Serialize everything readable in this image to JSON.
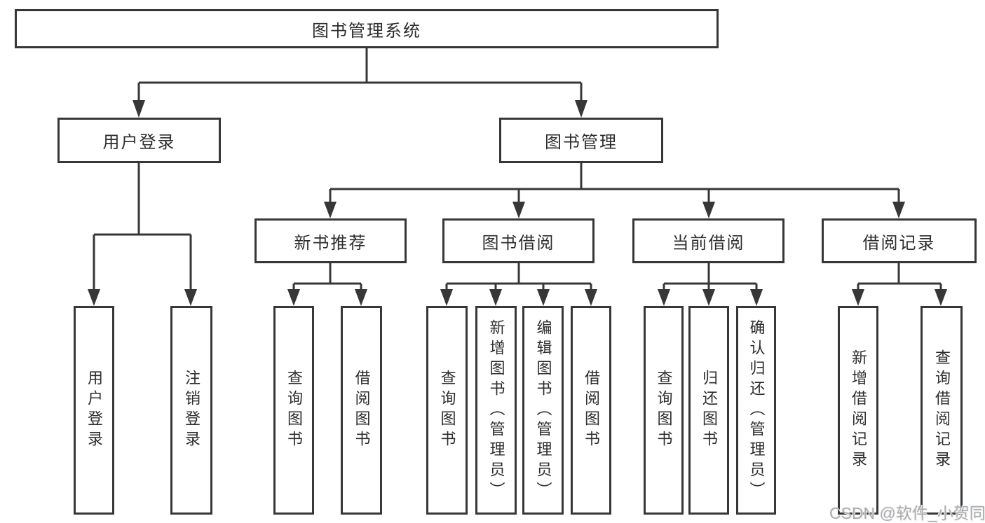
{
  "tree": {
    "label": "图书管理系统",
    "children": [
      {
        "label": "用户登录",
        "children": [
          {
            "label": "用户登录"
          },
          {
            "label": "注销登录"
          }
        ]
      },
      {
        "label": "图书管理",
        "children": [
          {
            "label": "新书推荐",
            "children": [
              {
                "label": "查询图书"
              },
              {
                "label": "借阅图书"
              }
            ]
          },
          {
            "label": "图书借阅",
            "children": [
              {
                "label": "查询图书"
              },
              {
                "label": "新增图书（管理员）"
              },
              {
                "label": "编辑图书（管理员）"
              },
              {
                "label": "借阅图书"
              }
            ]
          },
          {
            "label": "当前借阅",
            "children": [
              {
                "label": "查询图书"
              },
              {
                "label": "归还图书"
              },
              {
                "label": "确认归还（管理员）"
              }
            ]
          },
          {
            "label": "借阅记录",
            "children": [
              {
                "label": "新增借阅记录"
              },
              {
                "label": "查询借阅记录"
              }
            ]
          }
        ]
      }
    ]
  },
  "watermark": {
    "text": "CSDN @软件_小贺同学"
  },
  "colors": {
    "line": "#373737",
    "text": "#2d2d2d",
    "watermark": "#a9acaf",
    "background": "#ffffff"
  }
}
